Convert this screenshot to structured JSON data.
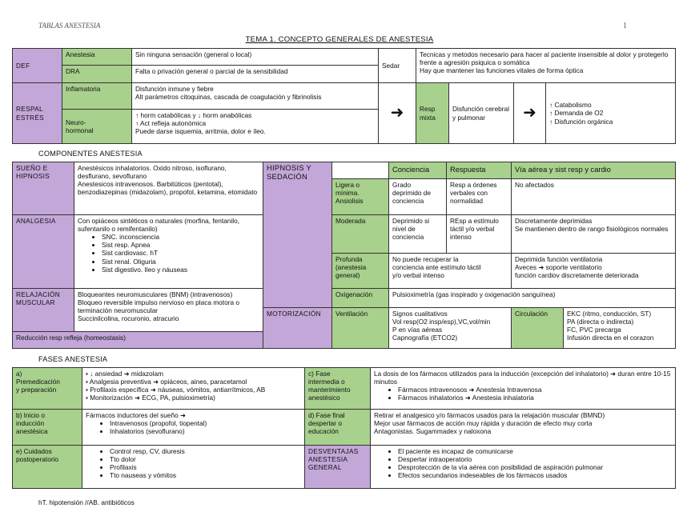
{
  "header": {
    "left": "TABLAS ANESTESIA",
    "page": "1"
  },
  "title": "TEMA 1. CONCEPTO GENERALES DE ANESTESIA",
  "t1": {
    "def": "DEF",
    "anestesia_label": "Anestesia",
    "anestesia_text": "Sin ninguna sensación (general o local)",
    "dra_label": "DRA",
    "dra_text": "Falta o privación general o parcial de la sensibilidad",
    "sedar_label": "Sedar",
    "sedar_text": "Tecnicas y metodos necesario para hacer al paciente insensible al dolor y protegerlo frente a agresión psiquica o somática\nHay que mantener las funciones vitales de forma óptica",
    "respal": "RESPAL\nESTRÉS",
    "inflamatoria_label": "Inflamatoria",
    "inflamatoria_text": "Disfunción inmune y fiebre\nAlt parámetros citoquinas, cascada de coagulación y fibrinolisis",
    "neuro_label": "Neuro-\nhormonal",
    "neuro_text": "↑ horm catabólicas y ↓ horm anabólicas\n↑ Act refleja autonómica\nPuede darse isquemia, arritmia, dolor e íleo.",
    "arrow": "➜",
    "resp_mixta": "Resp\nmixta",
    "disfuncion": "Disfunción cerebral\ny pulmonar",
    "catabolismo": "↑ Catabolismo\n↑ Demanda de O2\n↑ Disfunción orgánica"
  },
  "componentes": {
    "caption": "COMPONENTES ANESTESIA",
    "sueno_label": "SUEÑO E\nHIPNOSIS",
    "sueno_text": "Anestésicos inhalatorios. Oxido nitroso, isoflurano, desflurano, sevoflurano\nAnestesicos intravenosos. Barbitúticos (pentotal), benzodiazepinas (midazolam), propofol, ketamina, etomidato",
    "analgesia_label": "ANALGESIA",
    "analgesia_text": "Con opiáceos sintéticos o naturales (morfina, fentanilo, sufentanilo o remifentanilo)",
    "analgesia_items": [
      "SNC. inconsciencia",
      "Sist resp. Apnea",
      "Sist cardiovasc. hT",
      "Sist renal. Oliguria",
      "Sist digestivo. Ileo y náuseas"
    ],
    "relajacion_label": "RELAJACIÓN\nMUSCULAR",
    "relajacion_text": "Bloqueantes neuromusculares (BNM) (intravenosos)\nBloqueo reversible impulso nervioso en placa motora o terminación neuromuscular\nSuccinilcolina, rocuronio, atracurio",
    "reduccion": "Reducción resp refleja (homeostasis)",
    "hipnosis_label": "HIPNOSIS Y\nSEDACIÓN",
    "col_conciencia": "Conciencia",
    "col_respuesta": "Respuesta",
    "col_via": "Vía aérea y sist resp y cardio",
    "ligera_label": "Ligera o\nmínima.\nAnsiolisis",
    "ligera_conc": "Grado\ndeprimido de\nconciencia",
    "ligera_resp": "Resp a órdenes\nverbales con\nnormalidad",
    "ligera_via": "No afectados",
    "moderada_label": "Moderada",
    "moderada_conc": "Deprimido si\nnivel de\nconciencia",
    "moderada_resp": "REsp a estímulo\ntáctil y/o verbal\nintenso",
    "moderada_via": "Discretamente deprimidas\nSe mantienen dentro de rango fisiológicos normales",
    "profunda_label": "Profunda\n(anestesia\ngeneral)",
    "profunda_text": "No puede recuperar la\nconciencia ante estímulo táctil\ny/o verbal intenso",
    "profunda_via": "Deprimida función ventilatoria\nAveces ➜ soporte ventilatorio\nfunción cardiov discretamente deteriorada",
    "monitorizacion_label": "MOTORIZACIÓN",
    "oxigenacion_label": "Oxigenación",
    "oxigenacion_text": "Pulsioximetría (gas inspirado y oxigenación sanguínea)",
    "ventilacion_label": "Ventilación",
    "ventilacion_text": "Signos cualitativos\nVol resp(O2 insp/esp),VC,vol/min\nP en vías aéreas\nCapnografía (ETCO2)",
    "circulacion_label": "Circulación",
    "circulacion_text": "EKC (ritmo, conducción, ST)\nPA (directa o indirecta)\nFC, PVC precarga\nInfusión directa en el corazon"
  },
  "fases": {
    "caption": "FASES ANESTESIA",
    "a_label": "a)\nPremedicación\ny preparación",
    "a_items": [
      "↓ ansiedad ➜ midazolam",
      "Analgesia preventiva ➜ opiáceos, aines, paracetamol",
      "Profilaxis específica ➜ náuseas, vómitos, antiarrítmicos, AB",
      "Monitorización ➜ ECG, PA, pulsioximetría)"
    ],
    "b_label": "b) Inicio o\ninducción\nanestésica",
    "b_text": "Fármacos inductores del sueño ➜",
    "b_items": [
      "Intravenosos (propofol, tiopental)",
      "Inhalatorios (sevoflurano)"
    ],
    "c_label": "c) Fase\nintermedia o\nmanterimiento\nanestésico",
    "c_text": "La dosis de los fármacos utilizados para la inducción (excepción del inhalatorio) ➜ duran entre 10-15 minutos",
    "c_items": [
      "Fármacos intravenosos ➜ Anestesia Intravenosa",
      "Fármacos inhalatorios ➜ Anestesia inhalatoria"
    ],
    "d_label": "d) Fase final\ndespertar o\neducación",
    "d_text": "Retirar el analgesico y/o fármacos usados para la relajación muscular (BMND)\nMejor usar fármacos de acción muy rápida y duración de efecto muy corta\nAntagonistas. Sugammadex y naloxona",
    "e_label": "e) Cuidados\npostoperatorio",
    "e_items": [
      "Control resp, CV, diuresis",
      "Tto dolor",
      "Profilaxis",
      "Tto nauseas y vómitos"
    ],
    "desv_label": "DESVENTAJAS\nANESTESIA\nGENERAL",
    "desv_items": [
      "El paciente es incapaz de comunicarse",
      "Despertar intraoperatorio",
      "Desprotección de la vía aérea con posibilidad de aspiración pulmonar",
      "Efectos secundarios indeseables de los fármacos usados"
    ]
  },
  "footer": "hT. hipotensión //AB. antibióticos"
}
